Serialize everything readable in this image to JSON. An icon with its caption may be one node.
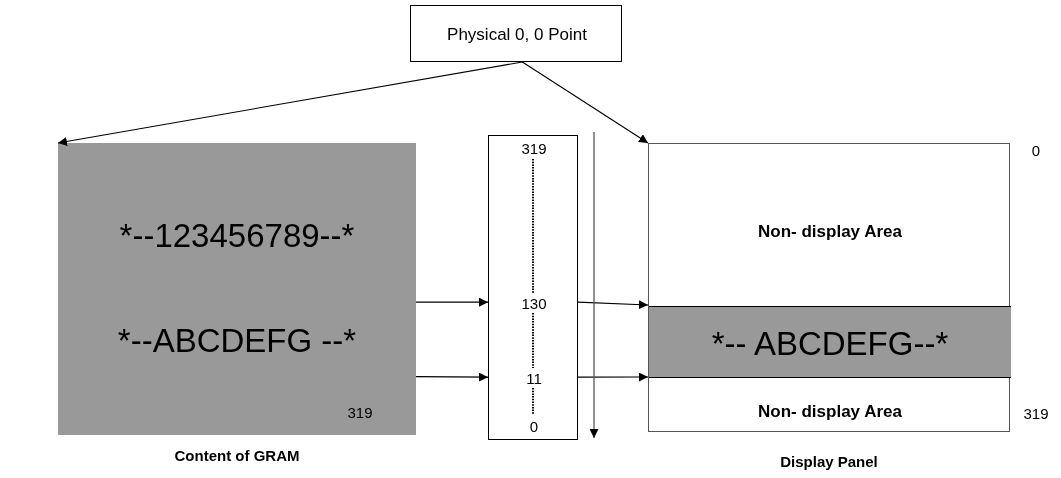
{
  "diagram": {
    "nodes": [
      {
        "text": [
          "Physical  0, 0 Point"
        ]
      },
      {
        "text": [
          "*--123456789--*",
          "*--ABCDEFG --*"
        ],
        "beside": [
          "Content of GRAM"
        ]
      },
      {
        "text": [
          "319",
          "130",
          "11",
          "0"
        ]
      },
      {
        "text": [],
        "shape": "box",
        "beside": [
          "Display Panel"
        ]
      },
      {
        "text": [
          "Non-  display Area"
        ],
        "in": 3
      },
      {
        "text": [
          "*-- ABCDEFG--*"
        ],
        "in": 3
      },
      {
        "text": [
          "Non-  display Area"
        ],
        "in": 3
      }
    ],
    "edges": [
      {
        "from": 0,
        "to": 1,
        "arrow": "to"
      },
      {
        "from": 0,
        "to": 3,
        "arrow": "to"
      },
      {
        "from": 1,
        "to": 2,
        "arrow": "to"
      },
      {
        "from": 1,
        "to": 2,
        "arrow": "to"
      },
      {
        "from": 2,
        "to": 5,
        "arrow": "to"
      },
      {
        "from": 2,
        "to": 5,
        "arrow": "to"
      }
    ],
    "labels": [
      "0",
      "319",
      "319"
    ]
  }
}
